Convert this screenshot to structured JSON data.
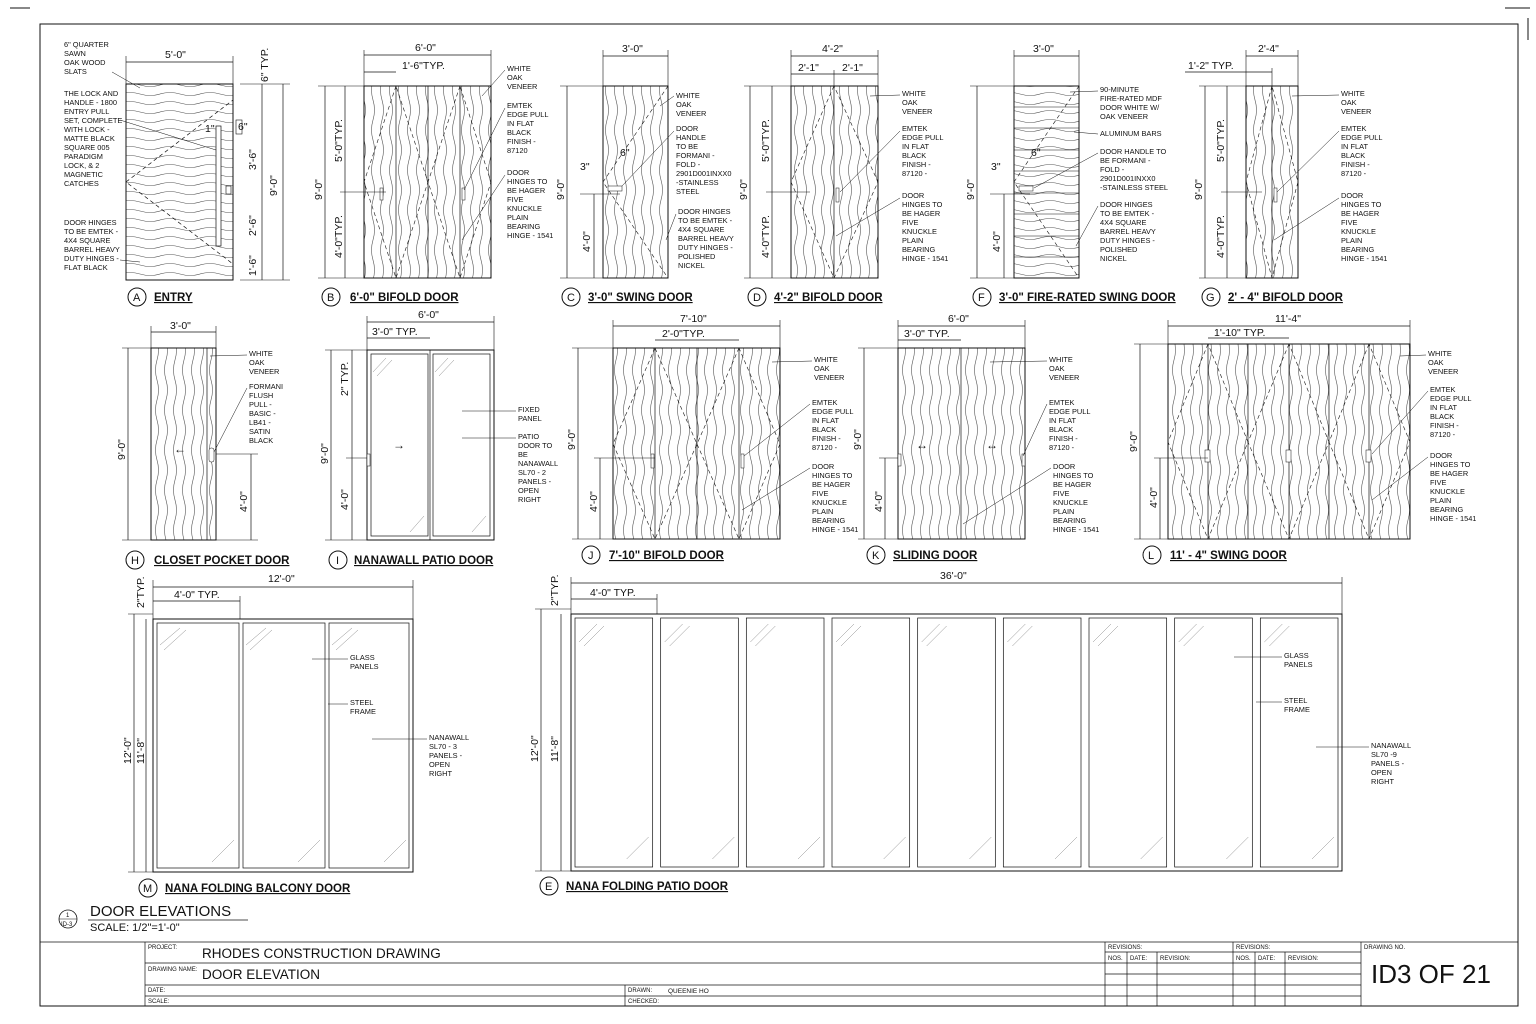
{
  "sheet_title": {
    "number": "1",
    "sheet_ref": "ID-3",
    "title": "DOOR ELEVATIONS",
    "scale": "SCALE:  1/2\"=1'-0\""
  },
  "title_block": {
    "project_label": "PROJECT:",
    "project": "RHODES CONSTRUCTION DRAWING",
    "drawing_name_label": "DRAWING NAME:",
    "drawing_name": "DOOR ELEVATION",
    "date_label": "DATE:",
    "scale_label": "SCALE:",
    "drawn_label": "DRAWN:",
    "drawn": "QUEENIE HO",
    "checked_label": "CHECKED:",
    "revisions_label": "REVISIONS:",
    "nos_label": "NOS.",
    "rev_date_label": "DATE:",
    "revision_label": "REVISION:",
    "drawing_no_label": "DRAWING NO.",
    "drawing_no": "ID3  OF  21"
  },
  "doors": [
    {
      "tag": "A",
      "name": "ENTRY"
    },
    {
      "tag": "B",
      "name": "6'-0\" BIFOLD DOOR"
    },
    {
      "tag": "C",
      "name": "3'-0\" SWING DOOR"
    },
    {
      "tag": "D",
      "name": "4'-2\" BIFOLD DOOR"
    },
    {
      "tag": "F",
      "name": "3'-0\" FIRE-RATED SWING DOOR"
    },
    {
      "tag": "G",
      "name": "2' - 4\" BIFOLD DOOR"
    },
    {
      "tag": "H",
      "name": "CLOSET POCKET DOOR"
    },
    {
      "tag": "I",
      "name": "NANAWALL PATIO DOOR"
    },
    {
      "tag": "J",
      "name": "7'-10\" BIFOLD DOOR"
    },
    {
      "tag": "K",
      "name": "SLIDING DOOR"
    },
    {
      "tag": "L",
      "name": "11' - 4\" SWING DOOR"
    },
    {
      "tag": "M",
      "name": "NANA FOLDING BALCONY DOOR"
    },
    {
      "tag": "E",
      "name": "NANA FOLDING PATIO DOOR"
    }
  ],
  "notes": {
    "a_slats": [
      "6\" QUARTER",
      "SAWN",
      "OAK WOOD",
      "SLATS"
    ],
    "a_lock": [
      "THE LOCK AND",
      "HANDLE - 1800",
      "ENTRY PULL",
      "SET, COMPLETE",
      "WITH LOCK -",
      "MATTE BLACK",
      "SQUARE 005",
      "PARADIGM",
      "LOCK, & 2",
      "MAGNETIC",
      "CATCHES"
    ],
    "a_hinge": [
      "DOOR HINGES",
      "TO BE EMTEK -",
      "4X4 SQUARE",
      "BARREL HEAVY",
      "DUTY HINGES -",
      "FLAT BLACK"
    ],
    "veneer": [
      "WHITE",
      "OAK",
      "VENEER"
    ],
    "emtek4": [
      "EMTEK",
      "EDGE PULL",
      "IN FLAT",
      "BLACK",
      "FINISH -",
      "87120"
    ],
    "emtek_dash": [
      "EMTEK",
      "EDGE PULL",
      "IN FLAT",
      "BLACK",
      "FINISH -",
      "87120 -"
    ],
    "hager": [
      "DOOR",
      "HINGES TO",
      "BE HAGER",
      "FIVE",
      "KNUCKLE",
      "PLAIN",
      "BEARING",
      "HINGE - 1541"
    ],
    "hager_d": [
      "DOOR",
      "HINGES TO",
      "BE HAGER",
      "FIVE",
      "KNUCKLE",
      "PLAIN",
      "BEARING",
      "HINGE - 1541"
    ],
    "c_handle": [
      "DOOR",
      "HANDLE",
      "TO BE",
      "FORMANI -",
      "FOLD -",
      "2901D001INXX0",
      "-STAINLESS",
      "STEEL"
    ],
    "c_hinge": [
      "DOOR HINGES",
      "TO BE EMTEK -",
      "4X4 SQUARE",
      "BARREL HEAVY",
      "DUTY HINGES -",
      "POLISHED",
      "NICKEL"
    ],
    "f_fire": [
      "90-MINUTE",
      "FIRE-RATED MDF",
      "DOOR WHITE W/",
      "OAK VENEER"
    ],
    "f_alum": [
      "ALUMINUM BARS"
    ],
    "f_handle": [
      "DOOR HANDLE TO",
      "BE FORMANI -",
      "FOLD -",
      "2901D001INXX0",
      "-STAINLESS STEEL"
    ],
    "f_hinge": [
      "DOOR HINGES",
      "TO BE EMTEK -",
      "4X4 SQUARE",
      "BARREL HEAVY",
      "DUTY HINGES -",
      "POLISHED",
      "NICKEL"
    ],
    "h_pull": [
      "FORMANI",
      "FLUSH",
      "PULL -",
      "BASIC -",
      "LB41 -",
      "SATIN",
      "BLACK"
    ],
    "i_fixed": [
      "FIXED",
      "PANEL"
    ],
    "i_patio": [
      "PATIO",
      "DOOR  TO",
      "BE",
      "NANAWALL",
      "SL70 - 2",
      "PANELS -",
      "OPEN",
      "RIGHT"
    ],
    "glass": [
      "GLASS",
      "PANELS"
    ],
    "steel": [
      "STEEL",
      "FRAME"
    ],
    "m_nana": [
      "NANAWALL",
      "SL70 - 3",
      "PANELS -",
      "OPEN",
      "RIGHT"
    ],
    "e_nana": [
      "NANAWALL",
      "SL70 -9",
      "PANELS -",
      "OPEN",
      "RIGHT"
    ]
  },
  "dims": {
    "a_w": "5'-0\"",
    "a_typ": "6\" TYP.",
    "a_6": "6\"",
    "a_36": "3'-6\"",
    "a_90": "9'-0\"",
    "a_26": "2'-6\"",
    "a_16": "1'-6\"",
    "a_1": "1\"",
    "b_w": "6'-0\"",
    "b_16": "1'-6\"TYP.",
    "b_50": "5'-0\"TYP.",
    "b_90": "9'-0\"",
    "b_40": "4'-0\"TYP.",
    "c_w": "3'-0\"",
    "c_90": "9'-0\"",
    "c_3": "3\"",
    "c_6": "6\"",
    "c_40": "4'-0\"",
    "d_w": "4'-2\"",
    "d_21a": "2'-1\"",
    "d_21b": "2'-1\"",
    "d_50": "5'-0\"TYP.",
    "d_90": "9'-0\"",
    "d_40": "4'-0\"TYP.",
    "f_w": "3'-0\"",
    "f_90": "9'-0\"",
    "f_3": "3\"",
    "f_6": "6\"",
    "f_40": "4'-0\"",
    "g_w": "2'-4\"",
    "g_12": "1'-2\"  TYP.",
    "g_50": "5'-0\"TYP.",
    "g_90": "9'-0\"",
    "g_40": "4'-0\"TYP.",
    "h_w": "3'-0\"",
    "h_90": "9'-0\"",
    "h_40": "4'-0\"",
    "i_w": "6'-0\"",
    "i_30": "3'-0\"  TYP.",
    "i_2": "2\" TYP.",
    "i_90": "9'-0\"",
    "i_40": "4'-0\"",
    "j_w": "7'-10\"",
    "j_20": "2'-0\"TYP.",
    "j_90": "9'-0\"",
    "j_40": "4'-0\"",
    "k_w": "6'-0\"",
    "k_30": "3'-0\"  TYP.",
    "k_90": "9'-0\"",
    "k_40": "4'-0\"",
    "l_w": "11'-4\"",
    "l_110": "1'-10\"  TYP.",
    "l_90": "9'-0\"",
    "l_40": "4'-0\"",
    "m_w": "12'-0\"",
    "m_40": "4'-0\"  TYP.",
    "m_2": "2\"TYP.",
    "m_120": "12'-0\"",
    "m_118": "11'-8\"",
    "e_w": "36'-0\"",
    "e_40": "4'-0\"  TYP.",
    "e_2": "2\"TYP.",
    "e_120": "12'-0\"",
    "e_118": "11'-8\""
  }
}
